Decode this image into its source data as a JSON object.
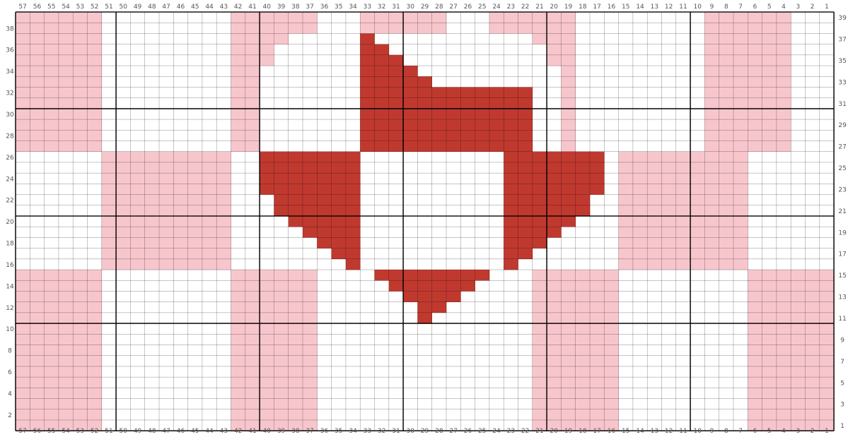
{
  "chart_data": {
    "type": "heatmap",
    "x_ticks_top": [
      "57",
      "56",
      "55",
      "54",
      "53",
      "52",
      "51",
      "50",
      "49",
      "48",
      "47",
      "46",
      "45",
      "44",
      "43",
      "42",
      "41",
      "40",
      "39",
      "38",
      "37",
      "36",
      "35",
      "34",
      "33",
      "32",
      "31",
      "30",
      "29",
      "28",
      "27",
      "26",
      "25",
      "24",
      "23",
      "22",
      "21",
      "20",
      "19",
      "18",
      "17",
      "16",
      "15",
      "14",
      "13",
      "12",
      "11",
      "10",
      "9",
      "8",
      "7",
      "6",
      "5",
      "4",
      "3",
      "2",
      "1"
    ],
    "x_ticks_bottom": [
      "57",
      "56",
      "55",
      "54",
      "53",
      "52",
      "51",
      "50",
      "49",
      "48",
      "47",
      "46",
      "45",
      "44",
      "43",
      "42",
      "41",
      "40",
      "39",
      "38",
      "37",
      "36",
      "35",
      "34",
      "33",
      "32",
      "31",
      "30",
      "29",
      "28",
      "27",
      "26",
      "25",
      "24",
      "23",
      "22",
      "21",
      "20",
      "19",
      "18",
      "17",
      "16",
      "15",
      "14",
      "13",
      "12",
      "11",
      "10",
      "9",
      "8",
      "7",
      "6",
      "5",
      "4",
      "3",
      "2",
      "1"
    ],
    "y_ticks_left": [
      "38",
      "36",
      "34",
      "32",
      "30",
      "28",
      "26",
      "24",
      "22",
      "20",
      "18",
      "16",
      "14",
      "12",
      "10",
      "8",
      "6",
      "4",
      "2"
    ],
    "y_ticks_right": [
      "39",
      "37",
      "35",
      "33",
      "31",
      "29",
      "27",
      "25",
      "23",
      "21",
      "19",
      "17",
      "15",
      "13",
      "11",
      "9",
      "7",
      "5",
      "3",
      "1"
    ],
    "columns": 57,
    "rows": 39,
    "colors": {
      "0": "#ffffff",
      "1": "#f7c6cc",
      "2": "#c0392f"
    },
    "grid_color": "#000000",
    "grid": [
      "111111000000000111111000111111000111111000000000111111",
      "111111000000000111111000111111000111111000000000111111",
      "111111000000000111100000200000000000111000000000111111",
      "111111000000000111000000220000000000011000000000111111",
      "111111000000000111000000222000000000011000000000111111",
      "111111000000000110000000222200000000001000000000111111",
      "111111000000000110000000222220000000001000000000111111",
      "111111000000000110000000222222222222001000000000111111",
      "111111000000000110000000222222222222001000000000111111",
      "111111000000000110000000222222222222001000000000111111",
      "111111000000000110000000222222222222001000000000111111",
      "111111000000000110000000222222222222001000000000111111",
      "111111000000000110000000222222222222001000000000111111",
      "000000111111111002222222000000000022222220111111111000000",
      "000000111111111002222222000000000022222220111111111000000",
      "000000111111111002222222000000000022222220111111111000000",
      "000000111111111002222222000000000022222220111111111000000",
      "000000111111111000222222000000000022222200111111111000000",
      "000000111111111000222222000000000022222200111111111000000",
      "000000111111111000022222000000000022222000111111111000000",
      "000000111111111000002222000000000022220000111111111000000",
      "000000111111111000000222000000000022200000111111111000000",
      "000000111111111000000022000000000022000000111111111000000",
      "000000111111111000000002000000000020000000111111111000000",
      "111111000000000111111000022222222000111111000000000111111",
      "111111000000000111111000002222220000111111000000000111111",
      "111111000000000111111000000222200000111111000000000111111",
      "111111000000000111111000000022000000111111000000000111111",
      "111111000000000111111000000020000000111111000000000111111",
      "111111000000000111111000000000000000111111000000000111111",
      "111111000000000111111000000000000000111111000000000111111",
      "111111000000000111111000000000000000111111000000000111111",
      "111111000000000111111000000000000000111111000000000111111",
      "111111000000000111111000000000000000111111000000000111111",
      "111111000000000111111000000000000000111111000000000111111",
      "111111000000000111111000000000000000111111000000000111111",
      "111111000000000111111000000000000000111111000000000111111",
      "111111000000000111111000000000000000111111000000000111111",
      "111111000000000111111000000000000000111111000000000111111"
    ]
  }
}
